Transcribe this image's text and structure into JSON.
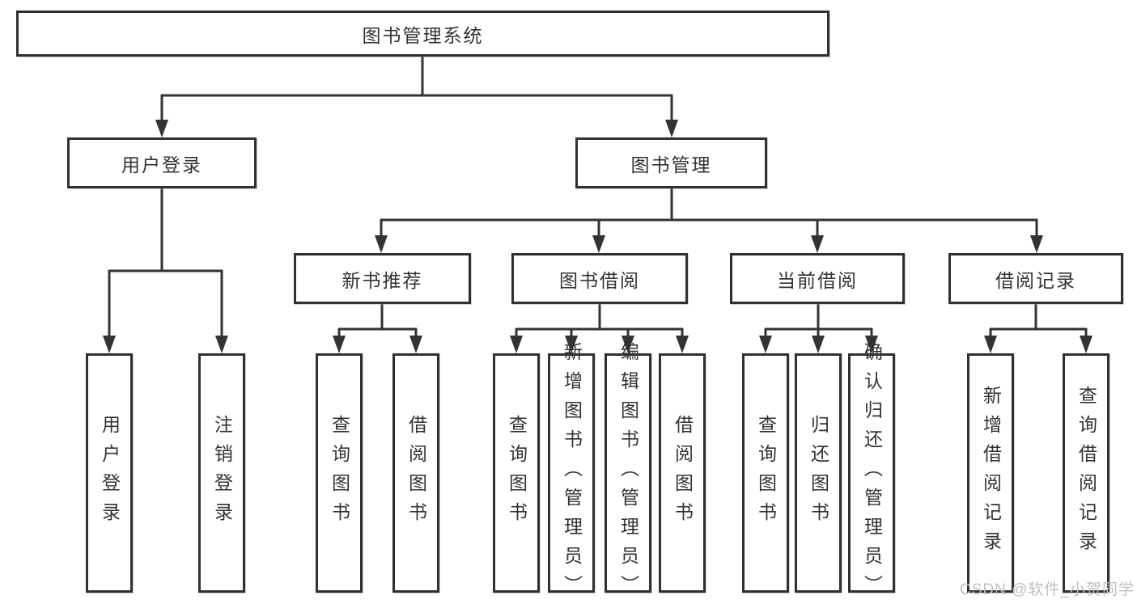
{
  "diagram_title": "图书管理系统",
  "nodes": {
    "root": "图书管理系统",
    "user_login": "用户登录",
    "book_mgmt": "图书管理",
    "new_book_rec": "新书推荐",
    "book_borrow": "图书借阅",
    "current_borrow": "当前借阅",
    "borrow_records": "借阅记录",
    "leaf_user_login": "用户登录",
    "leaf_logout": "注销登录",
    "leaf_nb_query": "查询图书",
    "leaf_nb_borrow": "借阅图书",
    "leaf_bb_query": "查询图书",
    "leaf_bb_add": "新增图书（管理员）",
    "leaf_bb_edit": "编辑图书（管理员）",
    "leaf_bb_borrow": "借阅图书",
    "leaf_cb_query": "查询图书",
    "leaf_cb_return": "归还图书",
    "leaf_cb_confirm": "确认归还（管理员）",
    "leaf_br_add": "新增借阅记录",
    "leaf_br_query": "查询借阅记录"
  },
  "hierarchy": {
    "图书管理系统": {
      "用户登录": [
        "用户登录",
        "注销登录"
      ],
      "图书管理": {
        "新书推荐": [
          "查询图书",
          "借阅图书"
        ],
        "图书借阅": [
          "查询图书",
          "新增图书（管理员）",
          "编辑图书（管理员）",
          "借阅图书"
        ],
        "当前借阅": [
          "查询图书",
          "归还图书",
          "确认归还（管理员）"
        ],
        "借阅记录": [
          "新增借阅记录",
          "查询借阅记录"
        ]
      }
    }
  },
  "watermark": "CSDN @软件_小贺同学",
  "colors": {
    "line": "#333333",
    "box_border": "#303030",
    "text": "#333333",
    "background": "#ffffff",
    "watermark": "#bfbfbf"
  }
}
